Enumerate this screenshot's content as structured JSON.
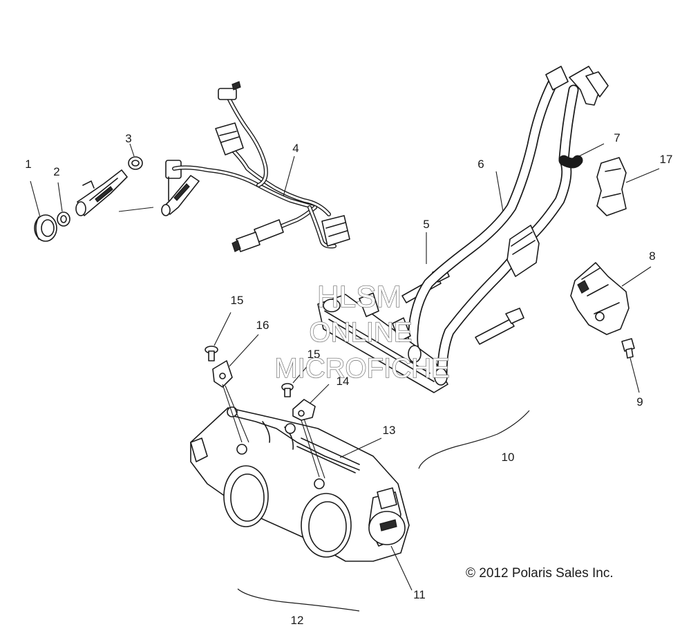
{
  "callouts": {
    "c1": "1",
    "c2": "2",
    "c3": "3",
    "c4": "4",
    "c5": "5",
    "c6": "6",
    "c7": "7",
    "c8": "8",
    "c9": "9",
    "c10": "10",
    "c11": "11",
    "c12": "12",
    "c13": "13",
    "c14": "14",
    "c15a": "15",
    "c15b": "15",
    "c16": "16",
    "c17": "17"
  },
  "watermark": {
    "line1": "HLSM",
    "line2": "ONLINE",
    "line3": "MICROFICHE"
  },
  "copyright": "© 2012 Polaris Sales Inc."
}
